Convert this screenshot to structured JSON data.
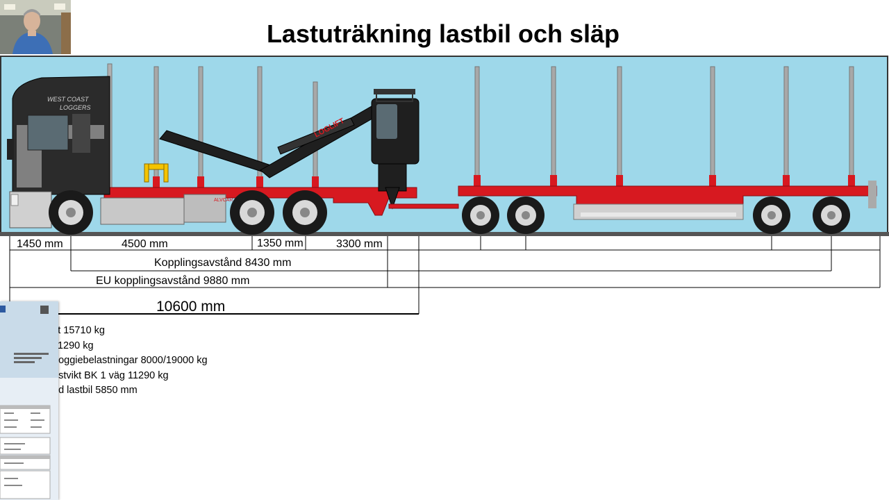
{
  "title": "Lastuträkning lastbil och släp",
  "truck_text": {
    "cab_line1": "WEST COAST",
    "cab_line2": "LOGGERS",
    "crane_brand": "LOGLIFT",
    "body_brand": "ALVCAR"
  },
  "dimensions": {
    "front_overhang": "1450 mm",
    "wheelbase": "4500 mm",
    "bogie": "1350 mm",
    "rear": "3300 mm",
    "coupling": "Kopplingsavstånd 8430 mm",
    "eu_coupling": "EU kopplingsavstånd 9880 mm",
    "total": "10600 mm"
  },
  "specs": [
    "kt 15710 kg",
    "11290 kg",
    "boggiebelastningar 8000/19000 kg",
    "astvikt BK 1 väg 11290 kg",
    "nd lastbil 5850 mm"
  ],
  "colors": {
    "sky": "#9ed8ea",
    "frame_red": "#d71920",
    "cab_dark": "#2b2b2b",
    "stake_grey": "#a8a8a8"
  }
}
